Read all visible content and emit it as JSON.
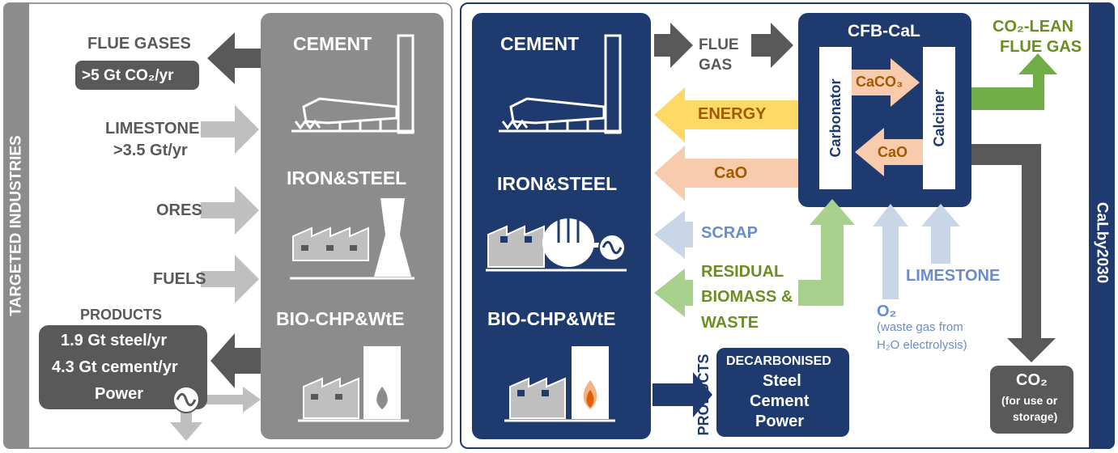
{
  "left": {
    "side_label": "TARGETED INDUSTRIES",
    "industries": {
      "cement": "CEMENT",
      "iron_steel": "IRON&STEEL",
      "bio_chp": "BIO-CHP&WtE"
    },
    "flue_gases": {
      "label": "FLUE GASES",
      "value": ">5 Gt CO₂/yr"
    },
    "limestone": {
      "line1": "LIMESTONE",
      "line2": ">3.5 Gt/yr"
    },
    "ores": "ORES",
    "fuels": "FUELS",
    "products": {
      "label": "PRODUCTS",
      "line1": "1.9 Gt steel/yr",
      "line2": "4.3 Gt cement/yr",
      "line3": "Power"
    }
  },
  "right": {
    "side_label": "CaLby2030",
    "industries": {
      "cement": "CEMENT",
      "iron_steel": "IRON&STEEL",
      "bio_chp": "BIO-CHP&WtE"
    },
    "flue_gas": {
      "line1": "FLUE",
      "line2": "GAS"
    },
    "cfb": {
      "title": "CFB-CaL",
      "carbonator": "Carbonator",
      "calciner": "Calciner",
      "caco3": "CaCO₃",
      "cao_inner": "CaO"
    },
    "energy": "ENERGY",
    "cao_out": "CaO",
    "scrap": "SCRAP",
    "residual": {
      "line1": "RESIDUAL",
      "line2": "BIOMASS &",
      "line3": "WASTE"
    },
    "limestone": "LIMESTONE",
    "o2": {
      "label": "O₂",
      "note1": "(waste gas from",
      "note2": "H₂O electrolysis)"
    },
    "co2_lean": {
      "line1": "CO₂-LEAN",
      "line2": "FLUE GAS"
    },
    "co2_box": {
      "label": "CO₂",
      "note1": "(for use or",
      "note2": "storage)"
    },
    "products_vertical": "PRODUCTS",
    "decarbonised": {
      "title": "DECARBONISED",
      "line1": "Steel",
      "line2": "Cement",
      "line3": "Power"
    }
  },
  "colors": {
    "navy": "#1e3a6e",
    "dark_gray": "#595959",
    "mid_gray": "#8c8c8c",
    "light_gray": "#bfbfbf",
    "yellow": "#ffd966",
    "peach": "#f8cbad",
    "light_blue": "#c9d6e8",
    "light_green": "#a9d18e",
    "green": "#70ad47",
    "olive_text": "#6b8e23",
    "blue_text": "#6a8cc7",
    "brown_text": "#a05a00"
  }
}
